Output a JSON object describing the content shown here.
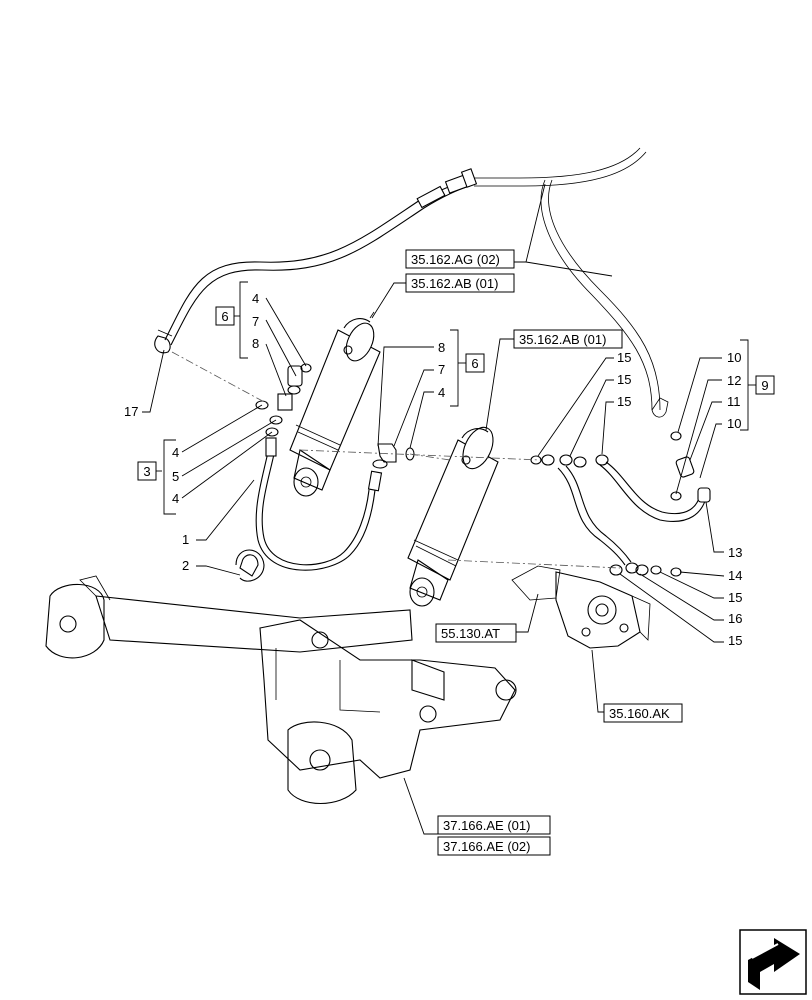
{
  "references": {
    "ag02": "35.162.AG (02)",
    "ab01_left": "35.162.AB (01)",
    "ab01_right": "35.162.AB (01)",
    "at130": "55.130.AT",
    "ak160": "35.160.AK",
    "ae01": "37.166.AE (01)",
    "ae02": "37.166.AE (02)"
  },
  "groups": {
    "g6_left": "6",
    "g6_mid": "6",
    "g3": "3",
    "g9": "9"
  },
  "callouts": {
    "c17": "17",
    "g6l_4": "4",
    "g6l_7": "7",
    "g6l_8": "8",
    "g3_4a": "4",
    "g3_5": "5",
    "g3_4b": "4",
    "c1": "1",
    "c2": "2",
    "g6m_8": "8",
    "g6m_7": "7",
    "g6m_4": "4",
    "c15a": "15",
    "c15b": "15",
    "c15c": "15",
    "g9_10a": "10",
    "g9_12": "12",
    "g9_11": "11",
    "g9_10b": "10",
    "c13": "13",
    "c14": "14",
    "c15d": "15",
    "c16": "16",
    "c15e": "15"
  },
  "icons": {
    "nav": "next-page-arrow-icon"
  }
}
